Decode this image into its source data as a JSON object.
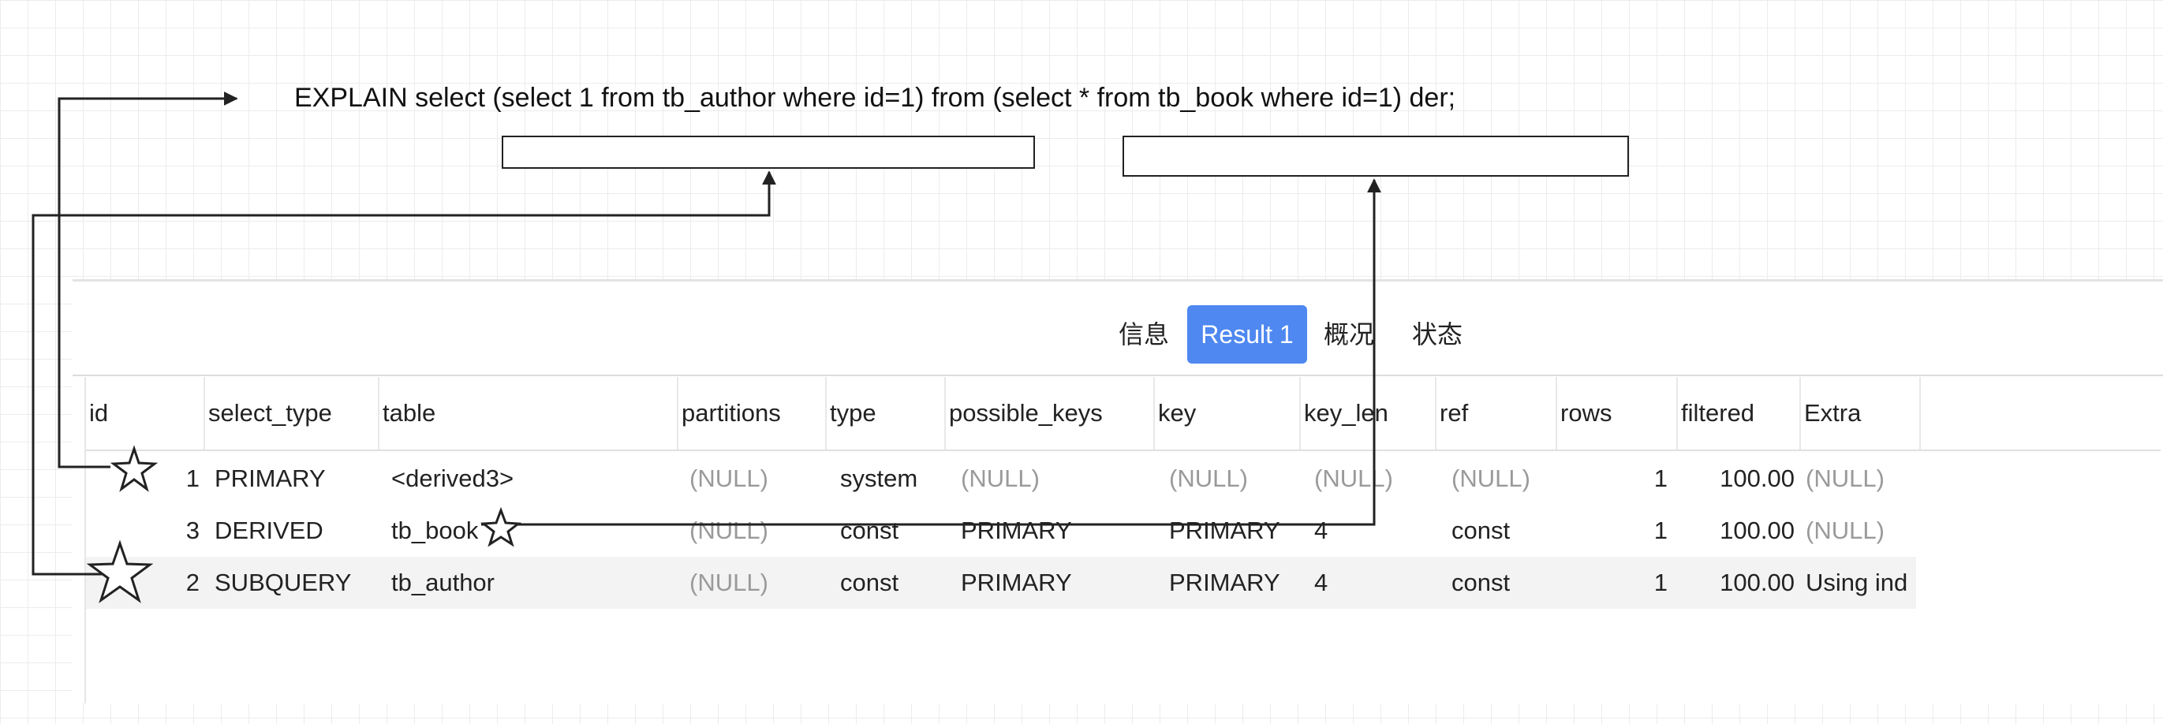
{
  "sql_text": "EXPLAIN select (select 1 from tb_author where id=1) from (select * from tb_book where id=1) der;",
  "tabs": [
    {
      "label": "信息",
      "active": false
    },
    {
      "label": "Result 1",
      "active": true
    },
    {
      "label": "概况",
      "active": false
    },
    {
      "label": "状态",
      "active": false
    }
  ],
  "accent_color": "#4e88f0",
  "columns": [
    "id",
    "select_type",
    "table",
    "partitions",
    "type",
    "possible_keys",
    "key",
    "key_len",
    "ref",
    "rows",
    "filtered",
    "Extra"
  ],
  "rows": [
    {
      "id": "1",
      "select_type": "PRIMARY",
      "table": "<derived3>",
      "partitions": "(NULL)",
      "type": "system",
      "possible_keys": "(NULL)",
      "key": "(NULL)",
      "key_len": "(NULL)",
      "ref": "(NULL)",
      "rows": "1",
      "filtered": "100.00",
      "extra": "(NULL)"
    },
    {
      "id": "3",
      "select_type": "DERIVED",
      "table": "tb_book",
      "partitions": "(NULL)",
      "type": "const",
      "possible_keys": "PRIMARY",
      "key": "PRIMARY",
      "key_len": "4",
      "ref": "const",
      "rows": "1",
      "filtered": "100.00",
      "extra": "(NULL)"
    },
    {
      "id": "2",
      "select_type": "SUBQUERY",
      "table": "tb_author",
      "partitions": "(NULL)",
      "type": "const",
      "possible_keys": "PRIMARY",
      "key": "PRIMARY",
      "key_len": "4",
      "ref": "const",
      "rows": "1",
      "filtered": "100.00",
      "extra": "Using ind"
    }
  ],
  "annotation_icons": [
    "arrow-icon",
    "star-icon"
  ]
}
